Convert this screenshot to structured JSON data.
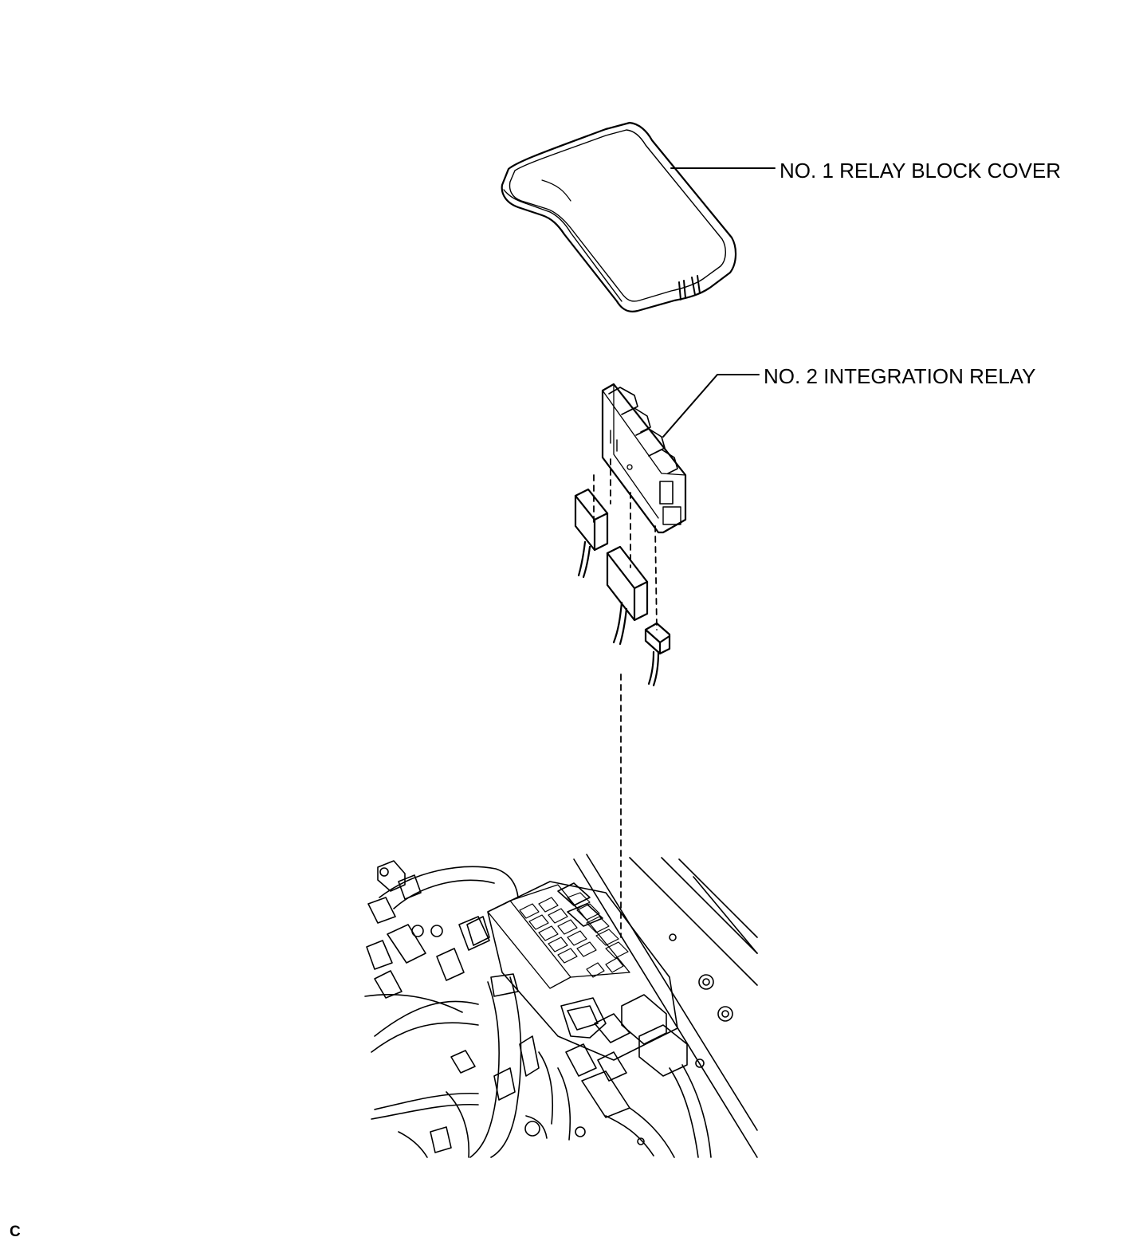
{
  "labels": {
    "cover": "NO. 1 RELAY BLOCK COVER",
    "relay": "NO. 2 INTEGRATION RELAY",
    "corner_code": "C"
  },
  "colors": {
    "ink": "#000000",
    "paper": "#ffffff"
  }
}
